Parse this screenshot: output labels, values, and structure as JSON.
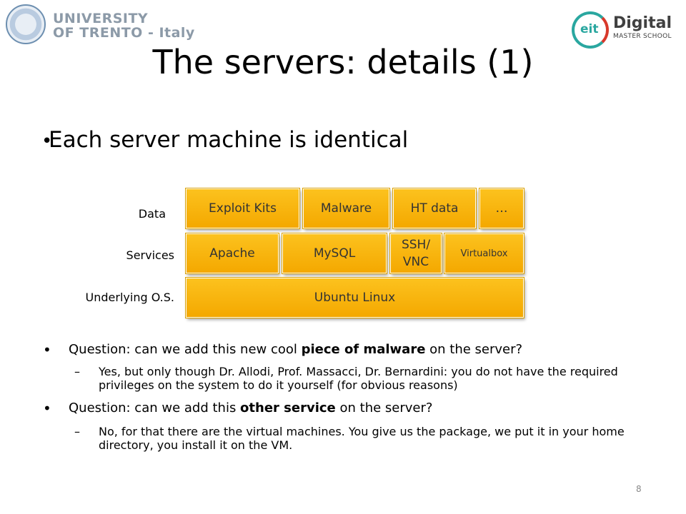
{
  "header": {
    "university_line1": "UNIVERSITY",
    "university_line2": "OF TRENTO - Italy",
    "eit_mark": "eit",
    "digital": "Digital",
    "master_school": "MASTER SCHOOL"
  },
  "title": "The servers: details (1)",
  "main_bullet": "Each server machine is identical",
  "diagram": {
    "row_labels": {
      "data": "Data",
      "services": "Services",
      "os": "Underlying O.S."
    },
    "data_boxes": [
      "Exploit Kits",
      "Malware",
      "HT data",
      "…"
    ],
    "service_boxes": [
      "Apache",
      "MySQL",
      "SSH/ VNC",
      "Virtualbox"
    ],
    "os_box": "Ubuntu Linux"
  },
  "q1": {
    "pre": "Question: can we add this new cool ",
    "bold": "piece of malware",
    "post": " on the server?",
    "answer": "Yes, but only though Dr. Allodi, Prof. Massacci, Dr. Bernardini: you do not have the required privileges on the system to do it yourself (for obvious reasons)"
  },
  "q2": {
    "pre": "Question: can we add this ",
    "bold": "other service",
    "post": " on the server?",
    "answer": "No, for that there are the virtual machines. You give us the package, we put it in your home directory, you install it on the VM."
  },
  "page_number": "8",
  "bullet_symbol": "•",
  "dash_symbol": "–"
}
